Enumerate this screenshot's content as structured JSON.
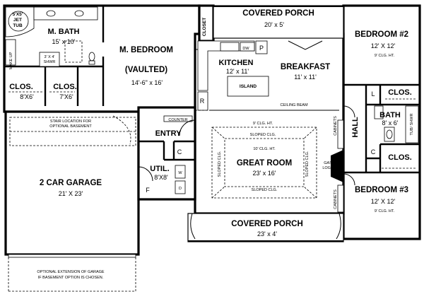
{
  "rooms": {
    "covered_porch_top": {
      "name": "COVERED PORCH",
      "dims": "20' x 5'"
    },
    "closet_vertical": {
      "name": "CLOSET"
    },
    "jet_tub": {
      "name": "5'X5'\nJET\nTUB"
    },
    "master_bath": {
      "name": "M. BATH",
      "dims": "15' x 10'"
    },
    "make_up": {
      "name": "MAKE UP"
    },
    "shower": {
      "name": "3' X 4'\nSHWR"
    },
    "master_closet_1": {
      "name": "CLOS.",
      "dims": "8'X6'"
    },
    "master_closet_2": {
      "name": "CLOS.",
      "dims": "7'X6'"
    },
    "master_bedroom": {
      "name": "M. BEDROOM",
      "ceiling": "(VAULTED)",
      "dims": "14'-6\" x 16'"
    },
    "kitchen": {
      "name": "KITCHEN",
      "dims": "12' x 11'"
    },
    "island": {
      "name": "ISLAND"
    },
    "kitchen_labels": {
      "dw": "DW",
      "pantry": "P",
      "fridge": "R"
    },
    "breakfast": {
      "name": "BREAKFAST",
      "dims": "11' x 11'"
    },
    "ceiling_beam": {
      "name": "CEILING BEAM"
    },
    "bedroom2": {
      "name": "BEDROOM #2",
      "dims": "12' X 12'",
      "ceiling": "9' CLG. HT."
    },
    "linen": {
      "name": "L"
    },
    "closet_bed2": {
      "name": "CLOS."
    },
    "hall": {
      "name": "HALL"
    },
    "bath": {
      "name": "BATH",
      "dims": "8' x 6'"
    },
    "tub_shwr": {
      "name": "TUB/ SHWR"
    },
    "closet_c": {
      "name": "C"
    },
    "closet_bed3": {
      "name": "CLOS."
    },
    "bedroom3": {
      "name": "BEDROOM #3",
      "dims": "12' X 12'",
      "ceiling": "9' CLG. HT."
    },
    "stair": {
      "name": "STAIR LOCATION FOR\nOPTIONAL BASEMENT"
    },
    "entry": {
      "name": "ENTRY"
    },
    "counter": {
      "name": "COUNTER"
    },
    "entry_closet": {
      "name": "C"
    },
    "utility": {
      "name": "UTIL.",
      "dims": "8'X8'"
    },
    "util_labels": {
      "w": "W",
      "d": "D",
      "f": "F"
    },
    "great_room": {
      "name": "GREAT ROOM",
      "dims": "23' x 16'",
      "ceiling_outer": "9' CLG. HT.",
      "ceiling_inner": "10' CLG. HT.",
      "sloped": "SLOPED CLG."
    },
    "cabinets": {
      "name": "CABINETS"
    },
    "gas_logs": {
      "name": "GAS\nLOGS"
    },
    "garage": {
      "name": "2 CAR GARAGE",
      "dims": "21' X 23'"
    },
    "garage_extension": {
      "name": "OPTIONAL EXTENSION OF GARAGE\nIF BASEMENT OPTION IS CHOSEN."
    },
    "covered_porch_bottom": {
      "name": "COVERED PORCH",
      "dims": "23' x 4'"
    }
  }
}
